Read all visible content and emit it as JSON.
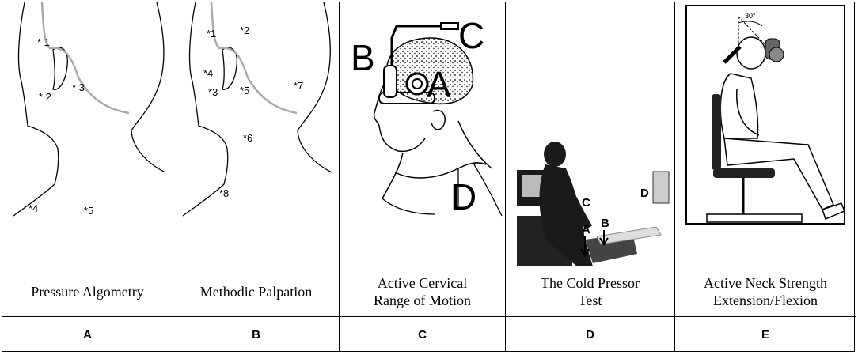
{
  "panels": [
    {
      "id": "A",
      "title_line1": "Pressure Algometry",
      "title_line2": "",
      "letter": "A",
      "points": [
        "* 1",
        "* 2",
        "* 3",
        "*4",
        "*5"
      ]
    },
    {
      "id": "B",
      "title_line1": "Methodic Palpation",
      "title_line2": "",
      "letter": "B",
      "points": [
        "*1",
        "*2",
        "*4",
        "*3",
        "*5",
        "*7",
        "*6",
        "*8"
      ]
    },
    {
      "id": "C",
      "title_line1": "Active Cervical",
      "title_line2": "Range of Motion",
      "letter": "C",
      "callouts": [
        "B",
        "C",
        "A",
        "D"
      ]
    },
    {
      "id": "D",
      "title_line1": "The Cold Pressor",
      "title_line2": "Test",
      "letter": "D",
      "callouts": [
        "C",
        "A",
        "B",
        "D"
      ]
    },
    {
      "id": "E",
      "title_line1": "Active Neck Strength",
      "title_line2": "Extension/Flexion",
      "letter": "E",
      "angle_label": "30°"
    }
  ],
  "colors": {
    "border": "#000000",
    "zone": "#aaaaaa",
    "photo_dark": "#1a1a1a"
  }
}
